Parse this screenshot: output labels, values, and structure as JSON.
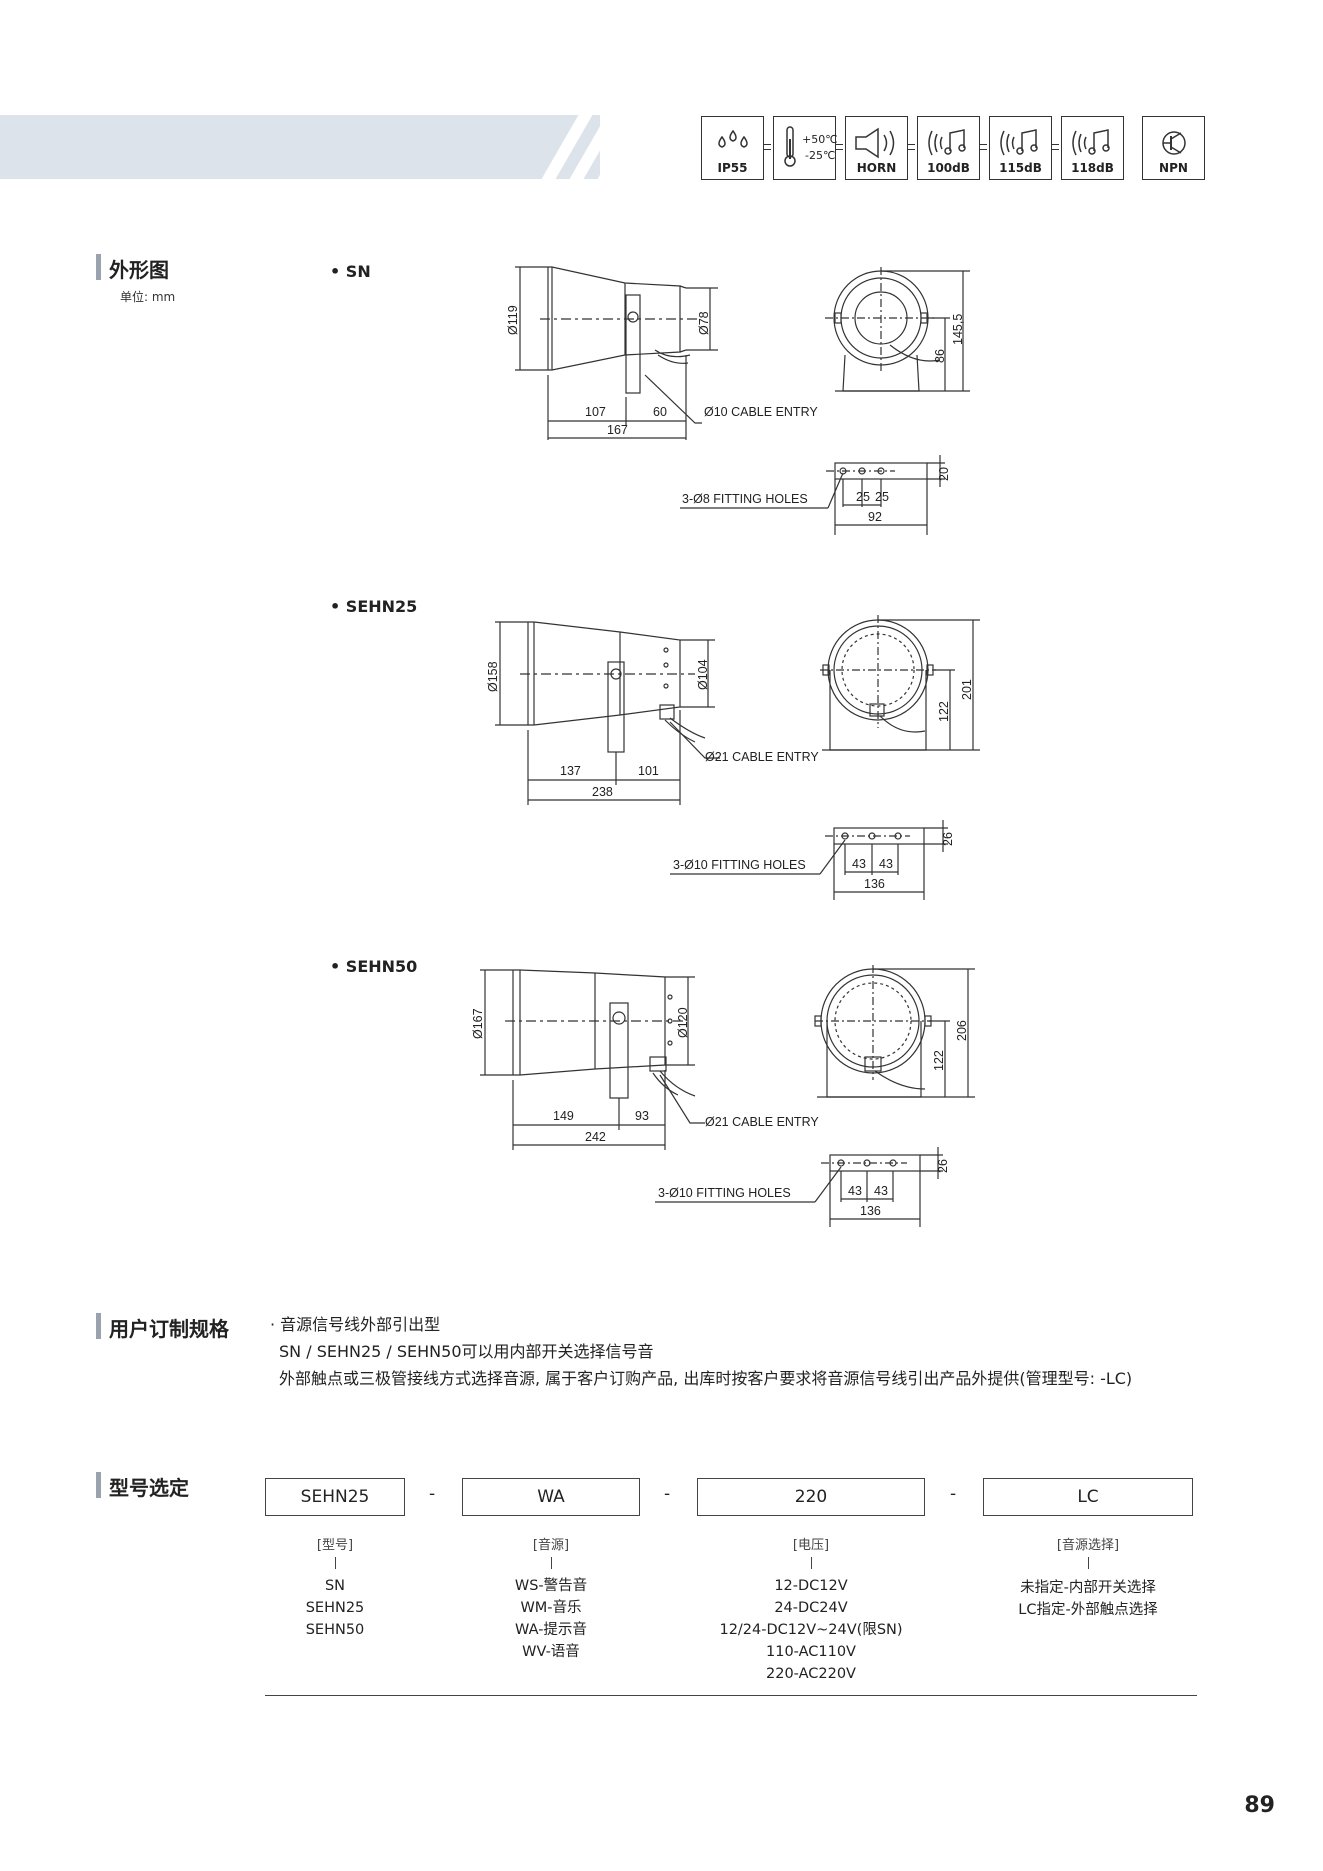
{
  "header": {
    "icons": [
      {
        "name": "ip55",
        "icon": "water-drops-icon",
        "label": "IP55"
      },
      {
        "name": "temperature",
        "icon": "thermometer-icon",
        "label": "",
        "temp_high": "+50℃",
        "temp_low": "-25℃"
      },
      {
        "name": "horn",
        "icon": "horn-icon",
        "label": "HORN"
      },
      {
        "name": "100db",
        "icon": "sound-icon",
        "label": "100dB"
      },
      {
        "name": "115db",
        "icon": "sound-icon",
        "label": "115dB"
      },
      {
        "name": "118db",
        "icon": "sound-icon",
        "label": "118dB"
      },
      {
        "name": "npn",
        "icon": "transistor-icon",
        "label": "NPN"
      }
    ]
  },
  "outline": {
    "title": "外形图",
    "unit": "单位: mm",
    "models": [
      {
        "label": "• SN",
        "dims": {
          "dia_front": "Ø119",
          "dia_rear": "Ø78",
          "len_a": "107",
          "len_b": "60",
          "len_total": "167",
          "cable": "Ø10 CABLE ENTRY",
          "height_total": "145,5",
          "height_mount": "86",
          "holes": "3-Ø8 FITTING HOLES",
          "hole_pitch_a": "25",
          "hole_pitch_b": "25",
          "base_width": "92",
          "base_depth": "20"
        }
      },
      {
        "label": "• SEHN25",
        "dims": {
          "dia_front": "Ø158",
          "dia_rear": "Ø104",
          "len_a": "137",
          "len_b": "101",
          "len_total": "238",
          "cable": "Ø21 CABLE ENTRY",
          "height_total": "201",
          "height_mount": "122",
          "holes": "3-Ø10 FITTING HOLES",
          "hole_pitch_a": "43",
          "hole_pitch_b": "43",
          "base_width": "136",
          "base_depth": "26"
        }
      },
      {
        "label": "• SEHN50",
        "dims": {
          "dia_front": "Ø167",
          "dia_rear": "Ø120",
          "len_a": "149",
          "len_b": "93",
          "len_total": "242",
          "cable": "Ø21 CABLE ENTRY",
          "height_total": "206",
          "height_mount": "122",
          "holes": "3-Ø10 FITTING HOLES",
          "hole_pitch_a": "43",
          "hole_pitch_b": "43",
          "base_width": "136",
          "base_depth": "26"
        }
      }
    ]
  },
  "custom": {
    "title": "用户订制规格",
    "lines": [
      "· 音源信号线外部引出型",
      "SN / SEHN25 / SEHN50可以用内部开关选择信号音",
      "外部触点或三极管接线方式选择音源, 属于客户订购产品, 出库时按客户要求将音源信号线引出产品外提供(管理型号: -LC)"
    ]
  },
  "selection": {
    "title": "型号选定",
    "boxes": [
      "SEHN25",
      "WA",
      "220",
      "LC"
    ],
    "separator": "-",
    "columns": [
      {
        "category": "[型号]",
        "items": [
          "SN",
          "SEHN25",
          "SEHN50"
        ]
      },
      {
        "category": "[音源]",
        "items": [
          "WS-警告音",
          "WM-音乐",
          "WA-提示音",
          "WV-语音"
        ]
      },
      {
        "category": "[电压]",
        "items": [
          "12-DC12V",
          "24-DC24V",
          "12/24-DC12V~24V(限SN)",
          "110-AC110V",
          "220-AC220V"
        ]
      },
      {
        "category": "[音源选择]",
        "items": [
          "未指定-内部开关选择",
          "LC指定-外部触点选择"
        ]
      }
    ]
  },
  "page_number": "89"
}
